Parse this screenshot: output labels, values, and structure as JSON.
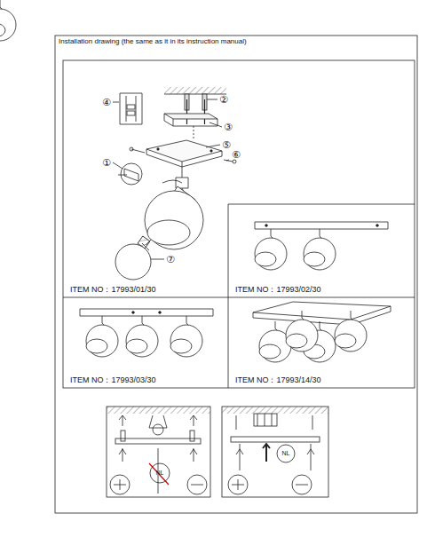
{
  "diagram": {
    "title": "Installation drawing (the same as it in its instruction manual)",
    "nodes": [
      {
        "text": [
          "ITEM NO：17993/01/30"
        ]
      },
      {
        "text": [
          "ITEM NO：17993/02/30"
        ]
      },
      {
        "text": [
          "ITEM NO：17993/03/30"
        ]
      },
      {
        "text": [
          "ITEM NO：17993/14/30"
        ]
      }
    ],
    "labels": [
      "④",
      "②",
      "③",
      "⑤",
      "①",
      "⑥",
      "⑦",
      "NL",
      "NL"
    ]
  }
}
